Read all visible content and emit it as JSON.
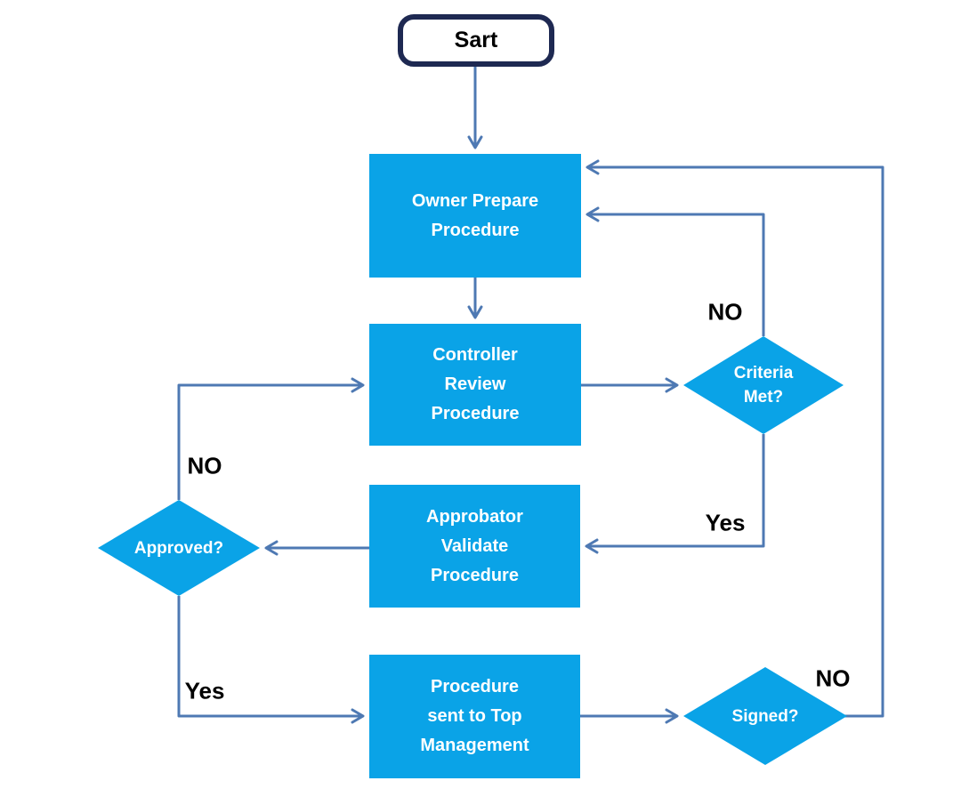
{
  "colors": {
    "background": "#ffffff",
    "node_fill": "#0aa3e7",
    "node_text": "#ffffff",
    "connector": "#4e79b3",
    "start_border": "#1e2952",
    "start_text": "#000000",
    "label_text": "#000000"
  },
  "nodes": {
    "start": {
      "type": "terminator",
      "label": "Sart"
    },
    "owner": {
      "type": "process",
      "lines": [
        "Owner Prepare",
        "Procedure"
      ]
    },
    "controller": {
      "type": "process",
      "lines": [
        "Controller",
        "Review",
        "Procedure"
      ]
    },
    "approbator": {
      "type": "process",
      "lines": [
        "Approbator",
        "Validate",
        "Procedure"
      ]
    },
    "top_management": {
      "type": "process",
      "lines": [
        "Procedure",
        "sent to Top",
        "Management"
      ]
    },
    "criteria": {
      "type": "decision",
      "lines": [
        "Criteria",
        "Met?"
      ]
    },
    "approved": {
      "type": "decision",
      "label": "Approved?"
    },
    "signed": {
      "type": "decision",
      "label": "Signed?"
    }
  },
  "edges": [
    {
      "from": "start",
      "to": "owner",
      "label": ""
    },
    {
      "from": "owner",
      "to": "controller",
      "label": ""
    },
    {
      "from": "controller",
      "to": "criteria",
      "label": ""
    },
    {
      "from": "criteria",
      "to": "owner",
      "label": "NO"
    },
    {
      "from": "criteria",
      "to": "approbator",
      "label": "Yes"
    },
    {
      "from": "approbator",
      "to": "approved",
      "label": ""
    },
    {
      "from": "approved",
      "to": "controller",
      "label": "NO"
    },
    {
      "from": "approved",
      "to": "top_management",
      "label": "Yes"
    },
    {
      "from": "top_management",
      "to": "signed",
      "label": ""
    },
    {
      "from": "signed",
      "to": "owner",
      "label": "NO"
    }
  ]
}
